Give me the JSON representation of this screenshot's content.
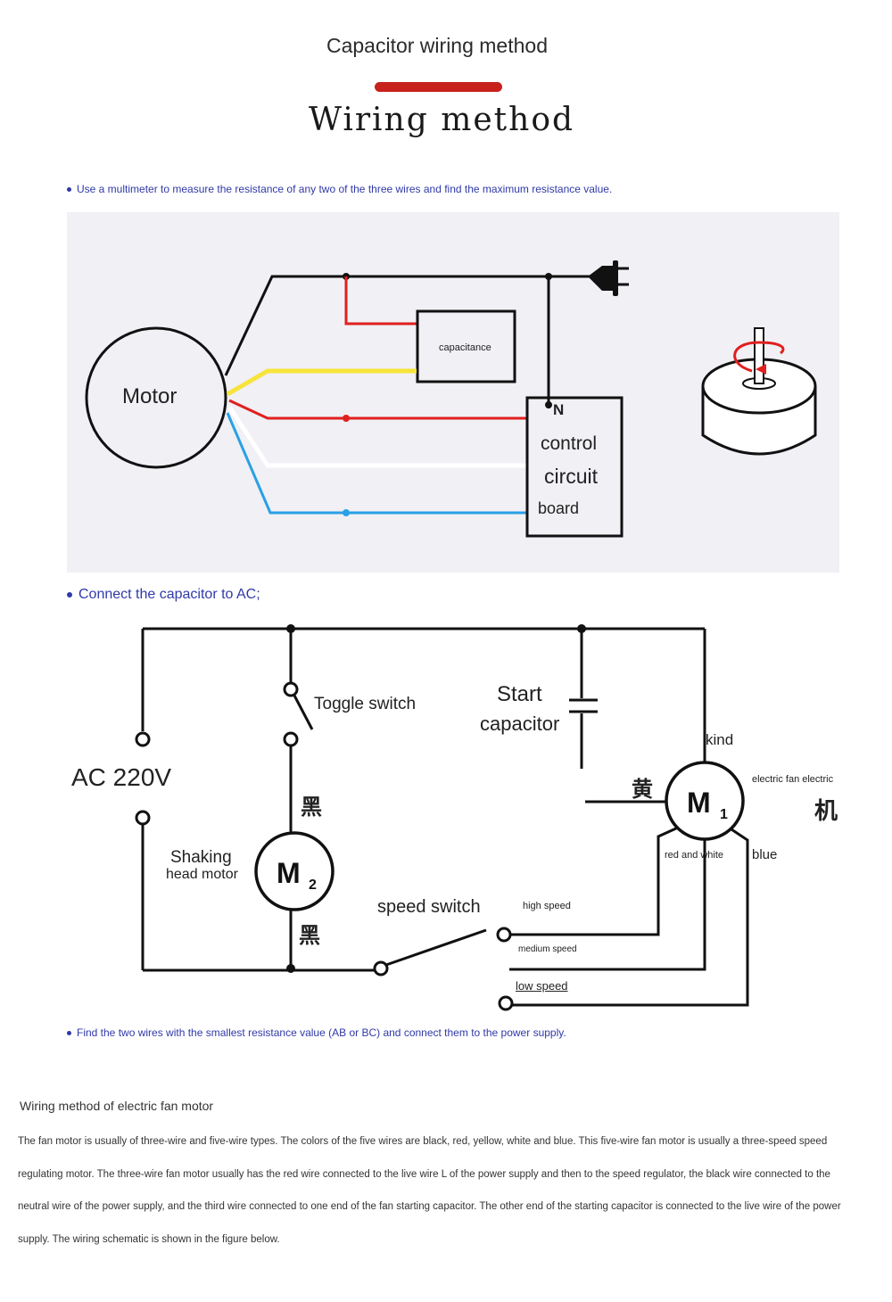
{
  "header": {
    "subtitle": "Capacitor wiring method",
    "title": "Wiring method"
  },
  "diagram1": {
    "note": "Use a multimeter to measure the resistance of any two of the three wires and find the maximum resistance value.",
    "motor_label": "Motor",
    "capacitor_label": "capacitance",
    "board_n_label": "N",
    "board_line1": "control",
    "board_line2": "circuit",
    "board_line3": "board",
    "colors": {
      "black": "#111111",
      "red": "#e0201e",
      "yellow": "#f7e43a",
      "white": "#ffffff",
      "blue": "#2aa0e6",
      "spin_arrow": "#e0201e"
    },
    "icons": [
      "plug-icon",
      "motor-cylinder-icon",
      "rotation-arrow-icon"
    ]
  },
  "diagram2": {
    "note": "Connect the capacitor to AC;",
    "ac_label": "AC 220V",
    "toggle_switch_label": "Toggle switch",
    "start_capacitor_line1": "Start",
    "start_capacitor_line2": "capacitor",
    "kind_label": "kind",
    "fan_motor_label": "electric fan electric",
    "fan_motor_char": "机",
    "yellow_char": "黄",
    "m1_label": "M",
    "m1_sub": "1",
    "m2_label": "M",
    "m2_sub": "2",
    "black_char_top": "黑",
    "black_char_bottom": "黑",
    "shaking_line1": "Shaking",
    "shaking_line2": "head motor",
    "red_white_label": "red and white",
    "blue_label": "blue",
    "speed_switch_label": "speed switch",
    "high_speed": "high speed",
    "medium_speed": "medium speed",
    "low_speed": "low speed"
  },
  "note3": "Find the two wires with the smallest resistance value (AB or BC) and connect them to the power supply.",
  "body": {
    "title": "Wiring method of electric fan motor",
    "paragraph": "The fan motor is usually of three-wire and five-wire types. The colors of the five wires are black, red, yellow, white and blue. This five-wire fan motor is usually a three-speed speed regulating motor. The three-wire fan motor usually has the red wire connected to the live wire L of the power supply and then to the speed regulator, the black wire connected to the neutral wire of the power supply, and the third wire connected to one end of the fan starting capacitor. The other end of the starting capacitor is connected to the live wire of the power supply. The wiring schematic is shown in the figure below."
  }
}
